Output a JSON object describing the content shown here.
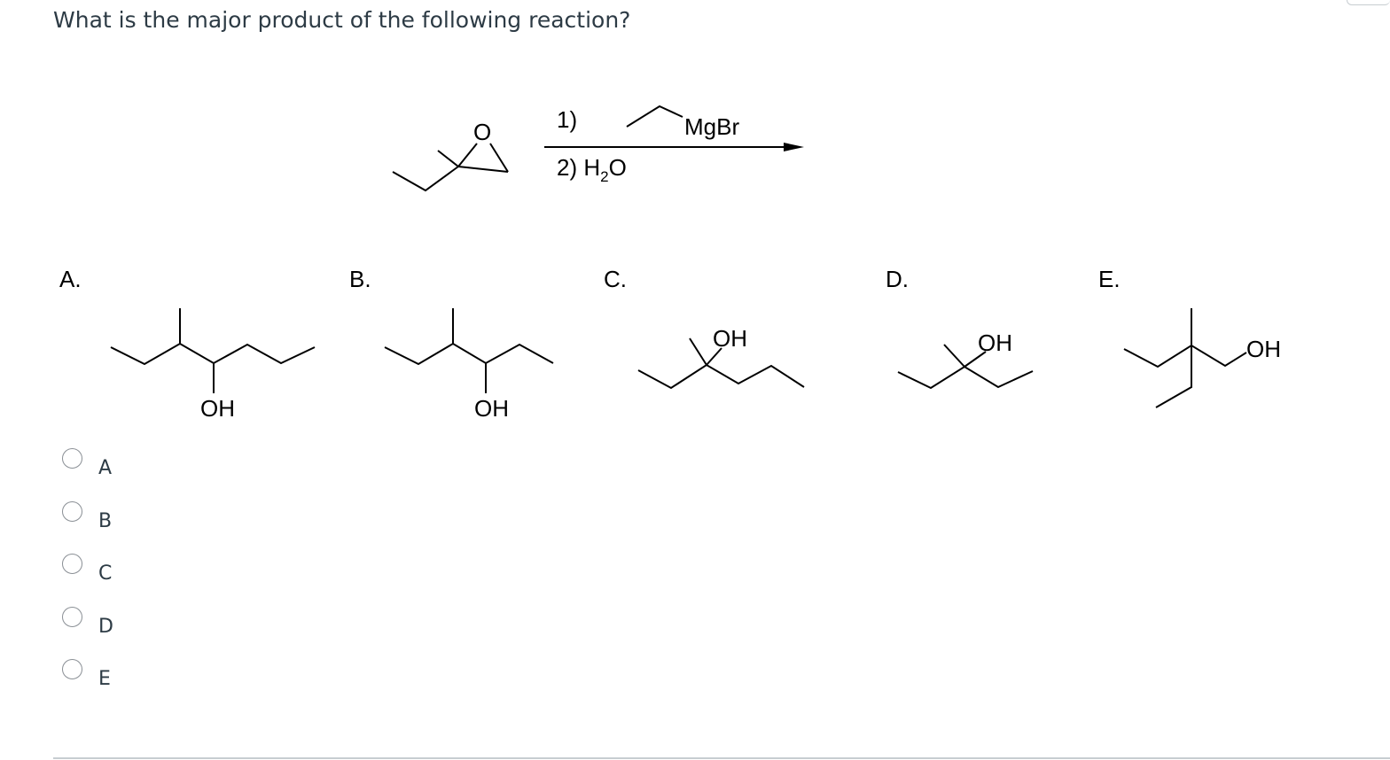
{
  "question": {
    "text": "What is the major product of the following reaction?"
  },
  "reaction": {
    "reactant_atom": "O",
    "step1_label": "1)",
    "reagent": "MgBr",
    "step2_label": "2) H",
    "step2_subscript": "2",
    "step2_tail": "O"
  },
  "structures": {
    "labels": [
      "A.",
      "B.",
      "C.",
      "D.",
      "E."
    ],
    "hydroxyl": "OH"
  },
  "answers": {
    "options": [
      "A",
      "B",
      "C",
      "D",
      "E"
    ]
  }
}
